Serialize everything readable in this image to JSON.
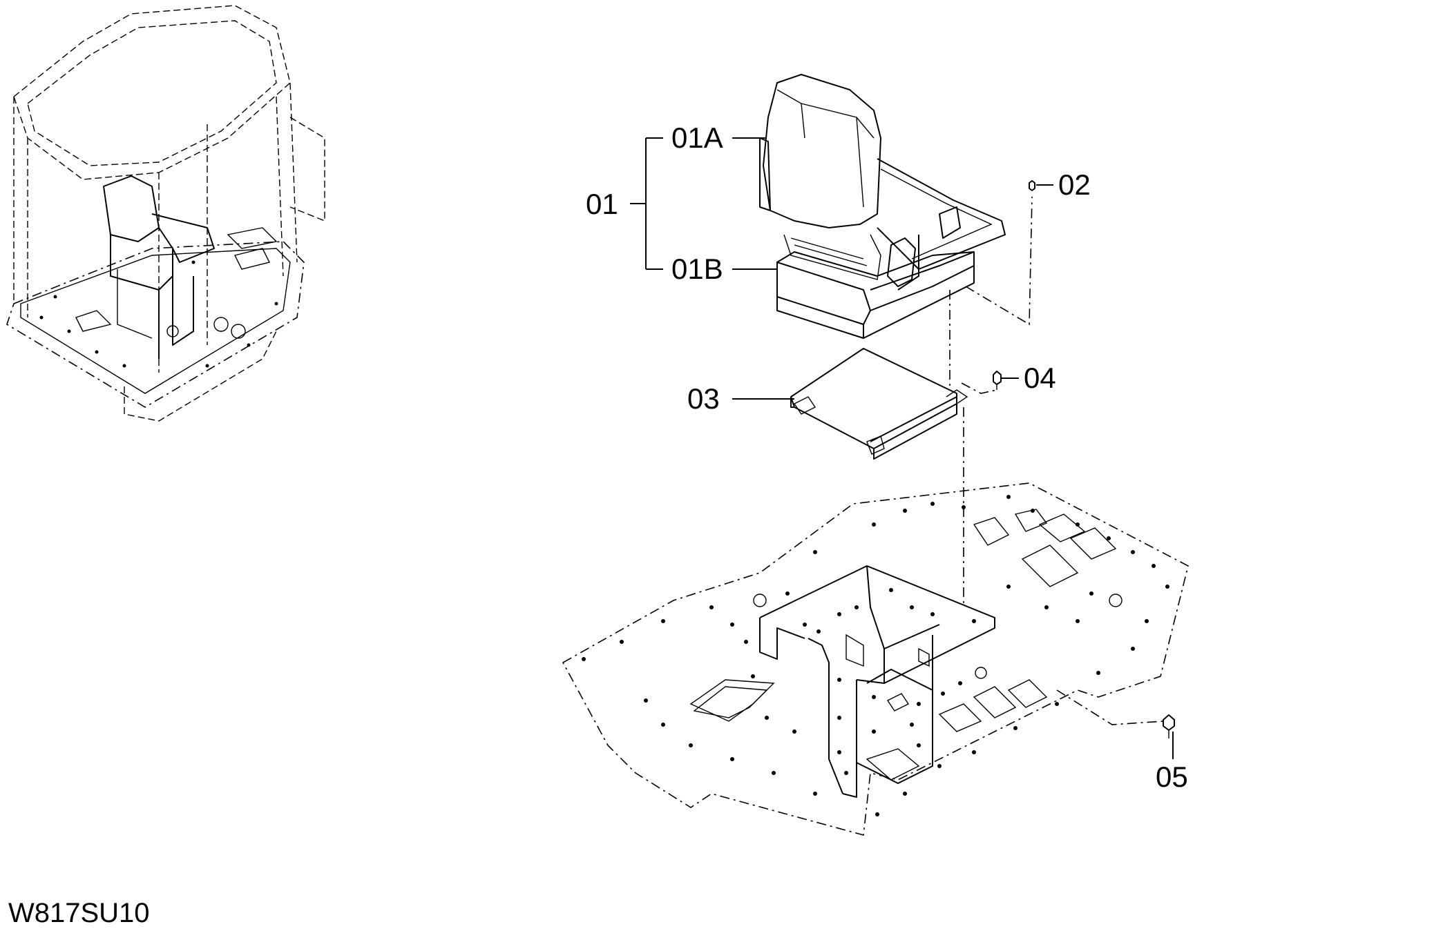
{
  "drawing_code": "W817SU10",
  "callouts": {
    "p01": "01",
    "p01A": "01A",
    "p01B": "01B",
    "p02": "02",
    "p03": "03",
    "p04": "04",
    "p05": "05"
  }
}
